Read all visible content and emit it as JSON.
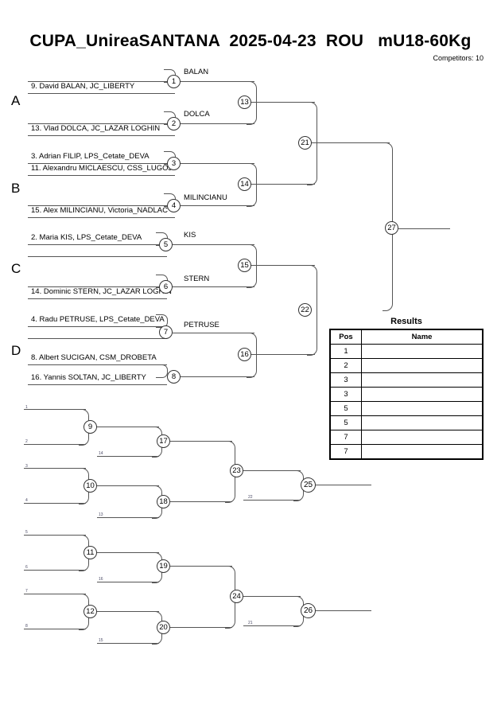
{
  "header": {
    "title": "CUPA_UnireaSANTANA  2025-04-23  ROU   mU18-60Kg",
    "competitors_label": "Competitors: 10"
  },
  "sections": [
    {
      "letter": "A"
    },
    {
      "letter": "B"
    },
    {
      "letter": "C"
    },
    {
      "letter": "D"
    }
  ],
  "main_bracket": {
    "entries": [
      {
        "id": "e1",
        "text": "9. David BALAN, JC_LIBERTY"
      },
      {
        "id": "e2",
        "text": ""
      },
      {
        "id": "e3",
        "text": "13. Vlad DOLCA, JC_LAZAR LOGHIN"
      },
      {
        "id": "e4",
        "text": ""
      },
      {
        "id": "e5",
        "text": "3. Adrian FILIP, LPS_Cetate_DEVA"
      },
      {
        "id": "e6",
        "text": "11. Alexandru MICLAESCU, CSS_LUGOJ"
      },
      {
        "id": "e7",
        "text": ""
      },
      {
        "id": "e8",
        "text": "15. Alex MILINCIANU, Victoria_NADLAC"
      },
      {
        "id": "e9",
        "text": "2. Maria KIS, LPS_Cetate_DEVA"
      },
      {
        "id": "e10",
        "text": ""
      },
      {
        "id": "e11",
        "text": ""
      },
      {
        "id": "e12",
        "text": "14. Dominic STERN, JC_LAZAR LOGHIN"
      },
      {
        "id": "e13",
        "text": "4. Radu PETRUSE, LPS_Cetate_DEVA"
      },
      {
        "id": "e14",
        "text": ""
      },
      {
        "id": "e15",
        "text": "8. Albert SUCIGAN, CSM_DROBETA"
      },
      {
        "id": "e16",
        "text": "16. Yannis SOLTAN, JC_LIBERTY"
      }
    ],
    "matches": [
      {
        "id": "m1",
        "number": "1",
        "winner": "BALAN"
      },
      {
        "id": "m2",
        "number": "2",
        "winner": "DOLCA"
      },
      {
        "id": "m3",
        "number": "3",
        "winner": ""
      },
      {
        "id": "m4",
        "number": "4",
        "winner": "MILINCIANU"
      },
      {
        "id": "m5",
        "number": "5",
        "winner": "KIS"
      },
      {
        "id": "m6",
        "number": "6",
        "winner": "STERN"
      },
      {
        "id": "m7",
        "number": "7",
        "winner": "PETRUSE"
      },
      {
        "id": "m8",
        "number": "8",
        "winner": ""
      },
      {
        "id": "m13",
        "number": "13",
        "winner": ""
      },
      {
        "id": "m14",
        "number": "14",
        "winner": ""
      },
      {
        "id": "m15",
        "number": "15",
        "winner": ""
      },
      {
        "id": "m16",
        "number": "16",
        "winner": ""
      },
      {
        "id": "m21",
        "number": "21",
        "winner": ""
      },
      {
        "id": "m22",
        "number": "22",
        "winner": ""
      },
      {
        "id": "m27",
        "number": "27",
        "winner": ""
      }
    ]
  },
  "repechage": {
    "matches": [
      {
        "id": "r9",
        "number": "9"
      },
      {
        "id": "r10",
        "number": "10"
      },
      {
        "id": "r11",
        "number": "11"
      },
      {
        "id": "r12",
        "number": "12"
      },
      {
        "id": "r17",
        "number": "17"
      },
      {
        "id": "r18",
        "number": "18"
      },
      {
        "id": "r19",
        "number": "19"
      },
      {
        "id": "r20",
        "number": "20"
      },
      {
        "id": "r23",
        "number": "23"
      },
      {
        "id": "r24",
        "number": "24"
      },
      {
        "id": "r25",
        "number": "25"
      },
      {
        "id": "r26",
        "number": "26"
      }
    ],
    "feed_labels": [
      {
        "id": "f1",
        "text": "1"
      },
      {
        "id": "f2",
        "text": "2"
      },
      {
        "id": "f14",
        "text": "14"
      },
      {
        "id": "f3",
        "text": "3"
      },
      {
        "id": "f4",
        "text": "4"
      },
      {
        "id": "f13",
        "text": "13"
      },
      {
        "id": "f22",
        "text": "22"
      },
      {
        "id": "f5",
        "text": "5"
      },
      {
        "id": "f6",
        "text": "6"
      },
      {
        "id": "f16",
        "text": "16"
      },
      {
        "id": "f7",
        "text": "7"
      },
      {
        "id": "f8",
        "text": "8"
      },
      {
        "id": "f15",
        "text": "15"
      },
      {
        "id": "f21",
        "text": "21"
      }
    ]
  },
  "results": {
    "title": "Results",
    "columns": [
      "Pos",
      "Name"
    ],
    "rows": [
      {
        "pos": "1",
        "name": ""
      },
      {
        "pos": "2",
        "name": ""
      },
      {
        "pos": "3",
        "name": ""
      },
      {
        "pos": "3",
        "name": ""
      },
      {
        "pos": "5",
        "name": ""
      },
      {
        "pos": "5",
        "name": ""
      },
      {
        "pos": "7",
        "name": ""
      },
      {
        "pos": "7",
        "name": ""
      }
    ]
  }
}
